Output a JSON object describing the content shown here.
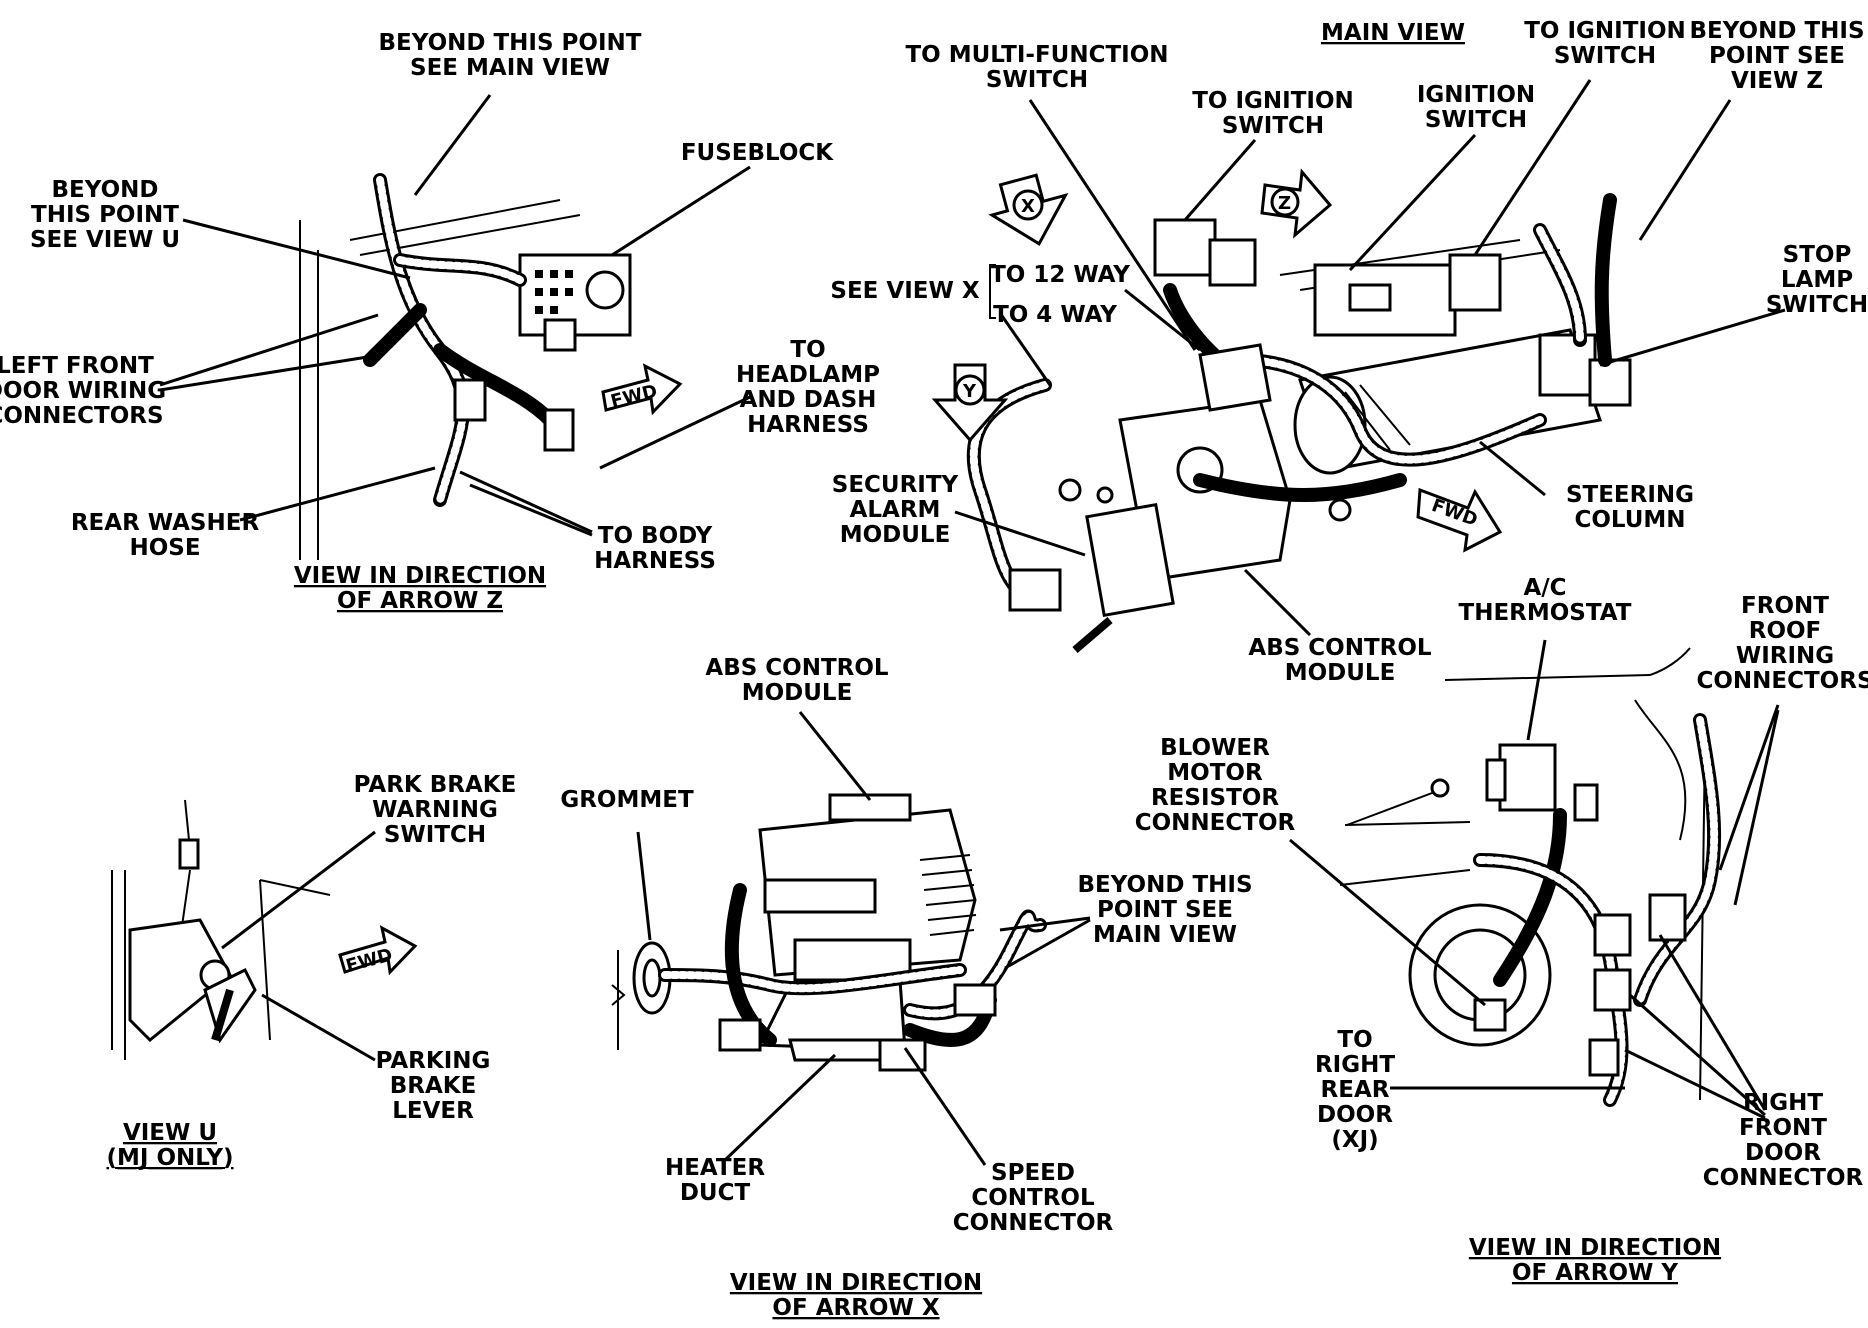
{
  "views": {
    "z": {
      "caption": [
        "VIEW IN DIRECTION",
        "OF ARROW Z"
      ],
      "labels": {
        "beyond_main": [
          "BEYOND THIS POINT",
          "SEE MAIN VIEW"
        ],
        "beyond_u": [
          "BEYOND",
          "THIS POINT",
          "SEE VIEW U"
        ],
        "fuseblock": [
          "FUSEBLOCK"
        ],
        "left_front_door": [
          "LEFT FRONT",
          "DOOR WIRING",
          "CONNECTORS"
        ],
        "headlamp": [
          "TO",
          "HEADLAMP",
          "AND DASH",
          "HARNESS"
        ],
        "rear_washer": [
          "REAR WASHER",
          "HOSE"
        ],
        "body_harness": [
          "TO BODY",
          "HARNESS"
        ]
      }
    },
    "main": {
      "caption": [
        "MAIN VIEW"
      ],
      "labels": {
        "multi_function": [
          "TO MULTI-FUNCTION",
          "SWITCH"
        ],
        "to_ignition_left": [
          "TO IGNITION",
          "SWITCH"
        ],
        "ignition_switch": [
          "IGNITION",
          "SWITCH"
        ],
        "to_ignition_right": [
          "TO IGNITION",
          "SWITCH"
        ],
        "beyond_z": [
          "BEYOND THIS",
          "POINT SEE",
          "VIEW Z"
        ],
        "stop_lamp": [
          "STOP",
          "LAMP",
          "SWITCH"
        ],
        "see_view_x": "SEE VIEW X",
        "to_12_way": "TO 12 WAY",
        "to_4_way": "TO 4 WAY",
        "security_alarm": [
          "SECURITY",
          "ALARM",
          "MODULE"
        ],
        "steering_column": [
          "STEERING",
          "COLUMN"
        ],
        "abs_control": [
          "ABS CONTROL",
          "MODULE"
        ]
      },
      "arrow_letters": {
        "x": "X",
        "y": "Y",
        "z": "Z"
      }
    },
    "u": {
      "caption": [
        "VIEW U",
        "(MJ ONLY)"
      ],
      "labels": {
        "park_brake_switch": [
          "PARK BRAKE",
          "WARNING",
          "SWITCH"
        ],
        "parking_lever": [
          "PARKING",
          "BRAKE",
          "LEVER"
        ]
      }
    },
    "x": {
      "caption": [
        "VIEW IN DIRECTION",
        "OF ARROW X"
      ],
      "labels": {
        "abs_control": [
          "ABS CONTROL",
          "MODULE"
        ],
        "grommet": [
          "GROMMET"
        ],
        "beyond_main": [
          "BEYOND THIS",
          "POINT SEE",
          "MAIN VIEW"
        ],
        "heater_duct": [
          "HEATER",
          "DUCT"
        ],
        "speed_control": [
          "SPEED",
          "CONTROL",
          "CONNECTOR"
        ]
      }
    },
    "y": {
      "caption": [
        "VIEW IN DIRECTION",
        "OF ARROW Y"
      ],
      "labels": {
        "ac_thermostat": [
          "A/C",
          "THERMOSTAT"
        ],
        "front_roof": [
          "FRONT",
          "ROOF",
          "WIRING",
          "CONNECTORS"
        ],
        "blower_motor": [
          "BLOWER",
          "MOTOR",
          "RESISTOR",
          "CONNECTOR"
        ],
        "right_rear": [
          "TO",
          "RIGHT",
          "REAR",
          "DOOR",
          "(XJ)"
        ],
        "right_front": [
          "RIGHT",
          "FRONT",
          "DOOR",
          "CONNECTOR"
        ]
      }
    }
  },
  "fwd_label": "FWD"
}
